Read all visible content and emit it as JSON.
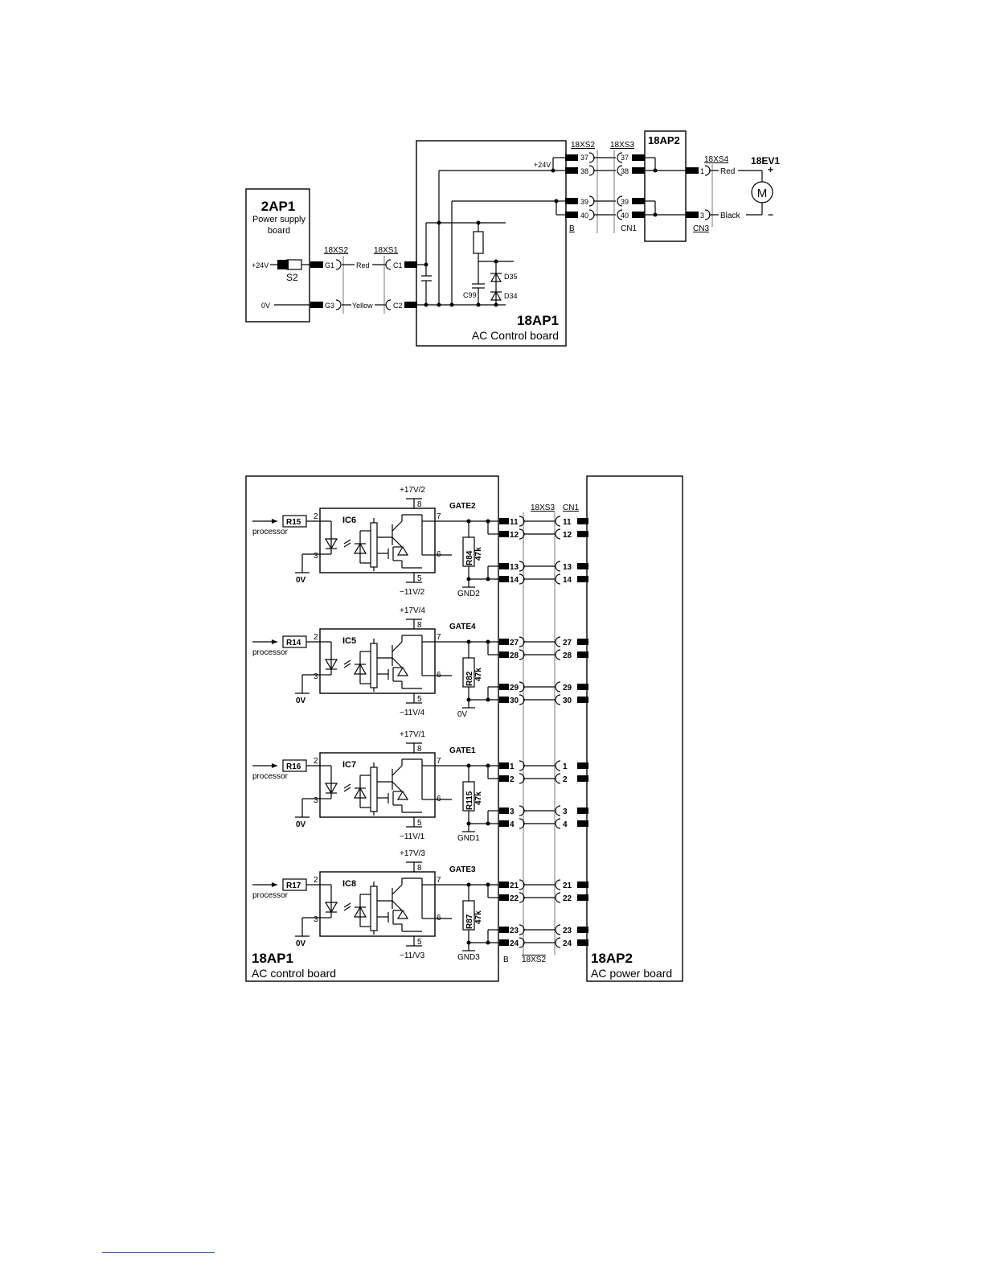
{
  "diagram1": {
    "psu": {
      "id": "2AP1",
      "desc1": "Power supply",
      "desc2": "board",
      "v24": "+24V",
      "v0": "0V",
      "switch": "S2"
    },
    "conn_18xs2": "18XS2",
    "conn_18xs1": "18XS1",
    "pins_left": {
      "g1": "G1",
      "g3": "G3",
      "c1": "C1",
      "c2": "C2"
    },
    "wire_red": "Red",
    "wire_yellow": "Yellow",
    "ac_ctrl": {
      "id": "18AP1",
      "desc": "AC Control board",
      "v24": "+24V"
    },
    "parts": {
      "c99": "C99",
      "d35": "D35",
      "d34": "D34"
    },
    "conn_top_18xs2": "18XS2",
    "conn_top_18xs3": "18XS3",
    "pins_b": [
      "37",
      "38",
      "39",
      "40"
    ],
    "pins_cn1": [
      "37",
      "38",
      "39",
      "40"
    ],
    "label_b": "B",
    "label_cn1": "CN1",
    "ac_pwr": {
      "id": "18AP2"
    },
    "conn_18xs4": "18XS4",
    "label_cn3": "CN3",
    "pin_1": "1",
    "pin_3": "3",
    "motor": {
      "id": "18EV1",
      "symbol": "M",
      "plus": "+",
      "minus": "−",
      "red": "Red",
      "black": "Black"
    }
  },
  "diagram2": {
    "channels": [
      {
        "ic": "IC6",
        "r_in": "R15",
        "src": "processor",
        "vplus": "+17V/2",
        "vminus": "−11V/2",
        "gate": "GATE2",
        "r_gate": "R84",
        "r_val": "47k",
        "gnd": "GND2",
        "zero": "0V",
        "p2": "2",
        "p3": "3",
        "p6": "6",
        "p7": "7",
        "p8": "8",
        "p5": "5",
        "pins": [
          "11",
          "12",
          "13",
          "14"
        ]
      },
      {
        "ic": "IC5",
        "r_in": "R14",
        "src": "processor",
        "vplus": "+17V/4",
        "vminus": "−11V/4",
        "gate": "GATE4",
        "r_gate": "R82",
        "r_val": "47k",
        "gnd": "0V",
        "zero": "0V",
        "p2": "2",
        "p3": "3",
        "p6": "6",
        "p7": "7",
        "p8": "8",
        "p5": "5",
        "pins": [
          "27",
          "28",
          "29",
          "30"
        ]
      },
      {
        "ic": "IC7",
        "r_in": "R16",
        "src": "processor",
        "vplus": "+17V/1",
        "vminus": "−11V/1",
        "gate": "GATE1",
        "r_gate": "R115",
        "r_val": "47k",
        "gnd": "GND1",
        "zero": "0V",
        "p2": "2",
        "p3": "3",
        "p6": "6",
        "p7": "7",
        "p8": "8",
        "p5": "5",
        "pins": [
          "1",
          "2",
          "3",
          "4"
        ]
      },
      {
        "ic": "IC8",
        "r_in": "R17",
        "src": "processor",
        "vplus": "+17V/3",
        "vminus": "−11/V3",
        "gate": "GATE3",
        "r_gate": "R87",
        "r_val": "47k",
        "gnd": "GND3",
        "zero": "0V",
        "p2": "2",
        "p3": "3",
        "p6": "6",
        "p7": "7",
        "p8": "8",
        "p5": "5",
        "pins": [
          "21",
          "22",
          "23",
          "24"
        ]
      }
    ],
    "conn_18xs3": "18XS3",
    "label_cn1": "CN1",
    "label_b": "B",
    "conn_18xs2": "18XS2",
    "left_board": {
      "id": "18AP1",
      "desc": "AC control board"
    },
    "right_board": {
      "id": "18AP2",
      "desc": "AC power board"
    }
  }
}
